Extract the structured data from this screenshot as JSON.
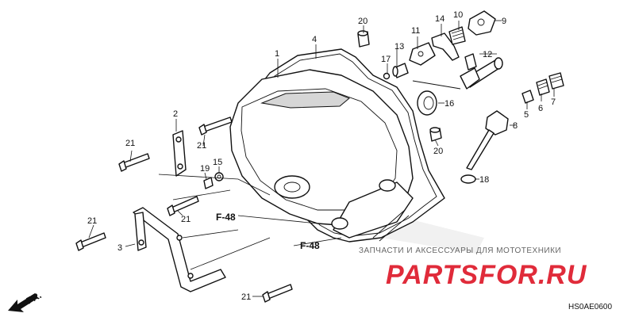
{
  "callouts": {
    "c1": "1",
    "c2": "2",
    "c3": "3",
    "c4": "4",
    "c5": "5",
    "c6": "6",
    "c7": "7",
    "c8": "8",
    "c9": "9",
    "c10": "10",
    "c11": "11",
    "c12": "12",
    "c13": "13",
    "c14": "14",
    "c15": "15",
    "c16": "16",
    "c17": "17",
    "c18": "18",
    "c19": "19",
    "c20a": "20",
    "c20b": "20",
    "c21a": "21",
    "c21b": "21",
    "c21c": "21",
    "c21d": "21",
    "c21e": "21"
  },
  "references": {
    "f48_upper": "F-48",
    "f48_lower": "F-48",
    "front": "FR."
  },
  "watermark": {
    "text": "ЗАПЧАСТИ И АКСЕССУАРЫ ДЛЯ МОТОТЕХНИКИ",
    "brand": "PARTSFOR.RU",
    "brand_color": "#e02b3a"
  },
  "diagram_code": "HS0AE0600",
  "icons": {
    "front_arrow": "arrow-left-down-icon"
  }
}
